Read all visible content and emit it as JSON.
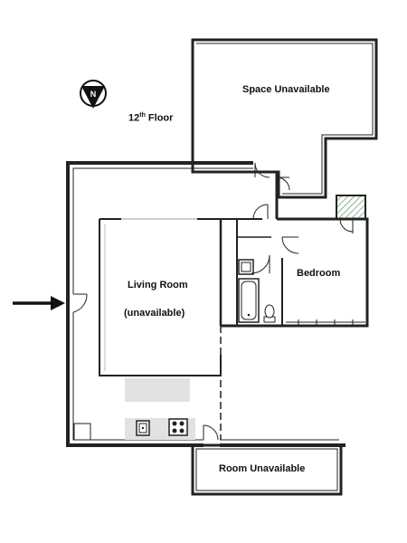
{
  "floor": {
    "number": "12",
    "suffix": "th",
    "word": "Floor"
  },
  "compass": {
    "letter": "N",
    "icon": "north-compass-icon"
  },
  "rooms": {
    "space_unavailable": "Space Unavailable",
    "living_room": "Living Room",
    "living_room_note": "(unavailable)",
    "bedroom": "Bedroom",
    "room_unavailable": "Room Unavailable"
  },
  "entrance": {
    "icon": "entrance-arrow-icon"
  },
  "colors": {
    "wall": "#222222",
    "hatch": "#6a9a6a",
    "counter": "#e2e2e2"
  }
}
